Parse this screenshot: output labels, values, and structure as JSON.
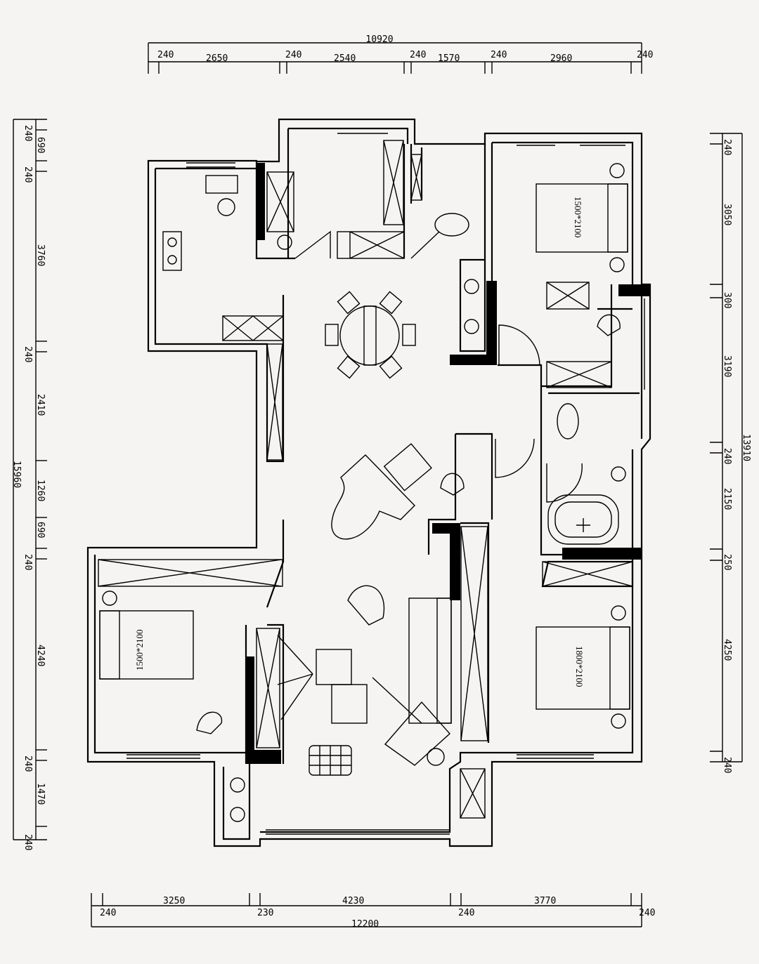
{
  "dimensions": {
    "top": {
      "total": "10920",
      "segments": [
        "240",
        "2650",
        "240",
        "2540",
        "240",
        "1570",
        "240",
        "2960",
        "240"
      ]
    },
    "bottom": {
      "total": "12200",
      "segments": [
        "3250",
        "4230",
        "3770"
      ],
      "walls": [
        "240",
        "230",
        "240",
        "240"
      ]
    },
    "left": {
      "total": "15960",
      "segments": [
        "240",
        "690",
        "240",
        "3760",
        "240",
        "2410",
        "1260",
        "690",
        "240",
        "4240",
        "240",
        "1470",
        "240"
      ]
    },
    "right": {
      "total": "13910",
      "segments": [
        "240",
        "3050",
        "300",
        "3190",
        "240",
        "2150",
        "250",
        "4250",
        "240"
      ]
    }
  },
  "beds": {
    "master_top": "1500*2100",
    "left": "1500*2100",
    "right_bottom": "1800*2100"
  }
}
